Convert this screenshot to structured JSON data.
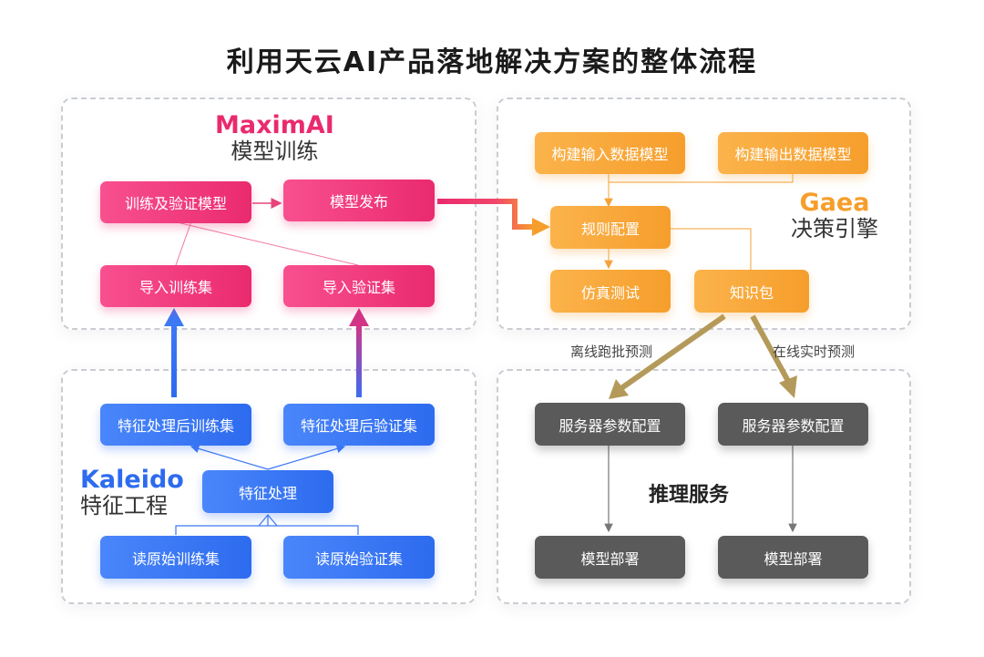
{
  "title": "利用天云AI产品落地解决方案的整体流程",
  "colors": {
    "pink": "#ea2a6e",
    "orange": "#f69e2c",
    "blue": "#2d6bef",
    "gray": "#5a5a5a",
    "olive_arrow": "#b49a5a"
  },
  "maximai": {
    "brand": "MaximAI",
    "subtitle": "模型训练",
    "train_validate_model": "训练及验证模型",
    "model_publish": "模型发布",
    "import_train_set": "导入训练集",
    "import_validation_set": "导入验证集"
  },
  "gaea": {
    "brand": "Gaea",
    "subtitle": "决策引擎",
    "build_input_model": "构建输入数据模型",
    "build_output_model": "构建输出数据模型",
    "rule_config": "规则配置",
    "simulation_test": "仿真测试",
    "knowledge_pack": "知识包"
  },
  "kaleido": {
    "brand": "Kaleido",
    "subtitle": "特征工程",
    "processed_train_set": "特征处理后训练集",
    "processed_validation_set": "特征处理后验证集",
    "feature_processing": "特征处理",
    "read_raw_train_set": "读原始训练集",
    "read_raw_validation_set": "读原始验证集"
  },
  "inference": {
    "title": "推理服务",
    "offline_label": "离线跑批预测",
    "online_label": "在线实时预测",
    "server_config_left": "服务器参数配置",
    "server_config_right": "服务器参数配置",
    "model_deploy_left": "模型部署",
    "model_deploy_right": "模型部署"
  }
}
